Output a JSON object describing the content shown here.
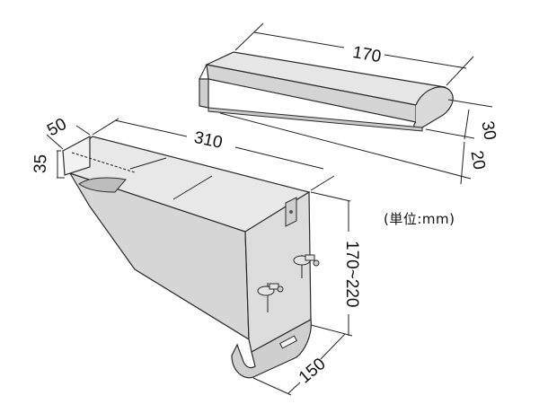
{
  "unit_note": "(単位:mm)",
  "dimensions": {
    "clip_length": "170",
    "clip_depth": "30",
    "clip_thickness": "20",
    "bracket_length": "310",
    "bracket_width": "50",
    "bracket_top_height": "35",
    "bracket_drop": "170~220",
    "bracket_base": "150"
  },
  "colors": {
    "surface_light": "#ececec",
    "surface_mid": "#d8d8d8",
    "surface_dark": "#bdbdbd",
    "outline": "#2a2a2a"
  }
}
